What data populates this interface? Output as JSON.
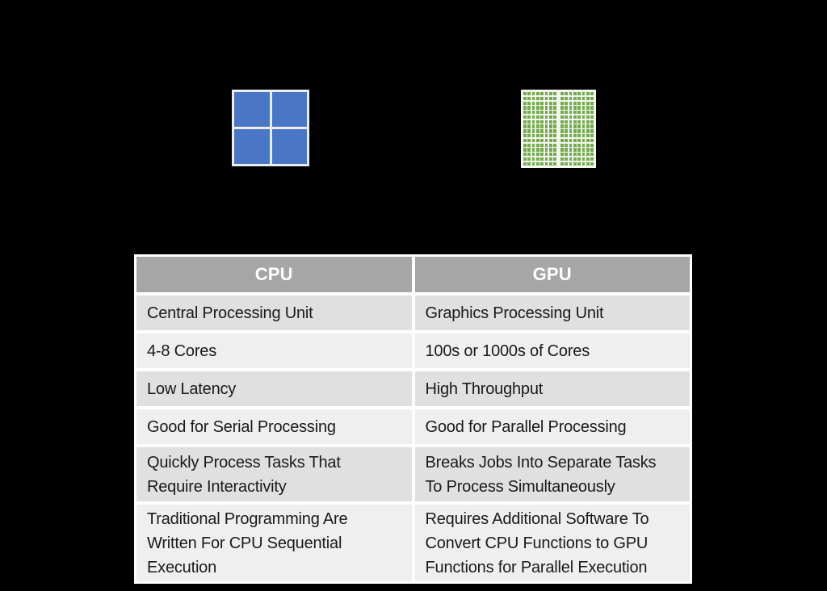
{
  "slide": {
    "background": "#000000"
  },
  "icons": {
    "cpu": {
      "semantic": "cpu-cores-grid",
      "halves": 1,
      "columns": 2,
      "rows": 2,
      "cell_color": "#4a76c6",
      "gap_color": "#e9eef7",
      "cell_gap": 3,
      "half_gap": 0
    },
    "gpu": {
      "semantic": "gpu-cores-grid",
      "halves": 2,
      "columns": 8,
      "rows": 16,
      "cell_color": "#74ab4d",
      "gap_color": "#f4f7f0",
      "cell_gap": 1.5,
      "half_gap": 5
    }
  },
  "table": {
    "headers": [
      {
        "label": "CPU"
      },
      {
        "label": "GPU"
      }
    ],
    "rows": [
      {
        "cpu": "Central Processing Unit",
        "gpu": "Graphics Processing Unit"
      },
      {
        "cpu": "4-8 Cores",
        "gpu": "100s or 1000s of Cores"
      },
      {
        "cpu": "Low Latency",
        "gpu": "High Throughput"
      },
      {
        "cpu": "Good for Serial Processing",
        "gpu": "Good for Parallel Processing"
      },
      {
        "cpu": "Quickly Process Tasks That\nRequire Interactivity",
        "gpu": "Breaks Jobs Into Separate Tasks\nTo Process Simultaneously"
      },
      {
        "cpu": "Traditional Programming Are\nWritten For CPU Sequential\nExecution",
        "gpu": "Requires Additional Software To\nConvert CPU Functions to GPU\nFunctions for Parallel Execution"
      }
    ],
    "colors": {
      "header_bg": "#a6a6a6",
      "header_text": "#ffffff",
      "band_dark": "#e0e0e0",
      "band_light": "#efefef",
      "cell_text": "#1a1a1a",
      "table_bg": "#ffffff"
    }
  }
}
